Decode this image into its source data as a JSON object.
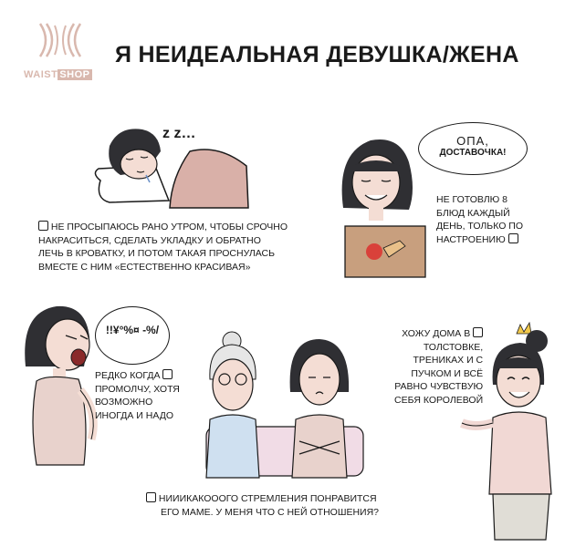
{
  "brand": {
    "name_part1": "WAIST",
    "name_part2": "SHOP"
  },
  "title": "Я НЕИДЕАЛЬНАЯ ДЕВУШКА/ЖЕНА",
  "panels": {
    "sleeping": {
      "zzz": "z z…",
      "lines": [
        "НЕ ПРОСЫПАЮСЬ РАНО УТРОМ, ЧТОБЫ СРОЧНО",
        "НАКРАСИТЬСЯ, СДЕЛАТЬ УКЛАДКУ И ОБРАТНО",
        "ЛЕЧЬ В КРОВАТКУ, И ПОТОМ ТАКАЯ ПРОСНУЛАСЬ",
        "ВМЕСТЕ С НИМ «ЕСТЕСТВЕННО КРАСИВАЯ»"
      ]
    },
    "delivery": {
      "bubble_line1": "ОПА,",
      "bubble_line2": "ДОСТАВОЧКА!",
      "lines": [
        "НЕ ГОТОВЛЮ 8",
        "БЛЮД КАЖДЫЙ",
        "ДЕНЬ, ТОЛЬКО ПО",
        "НАСТРОЕНИЮ"
      ]
    },
    "shouting": {
      "bubble_text": "!!¥°%¤ -%/",
      "lines": [
        "РЕДКО КОГДА",
        "ПРОМОЛЧУ, ХОТЯ",
        "ВОЗМОЖНО",
        "ИНОГДА И НАДО"
      ]
    },
    "mother_in_law": {
      "lines": [
        "НИИИКАКОООГО СТРЕМЛЕНИЯ ПОНРАВИТСЯ",
        "ЕГО МАМЕ. У МЕНЯ ЧТО С НЕЙ ОТНОШЕНИЯ?"
      ]
    },
    "hoodie": {
      "lines": [
        "ХОЖУ ДОМА В",
        "ТОЛСТОВКЕ,",
        "ТРЕНИКАХ И С",
        "ПУЧКОМ И ВСЁ",
        "РАВНО ЧУВСТВУЮ",
        "СЕБЯ КОРОЛЕВОЙ"
      ]
    }
  },
  "colors": {
    "logo": "#d9b8ae",
    "skin": "#f4ddd4",
    "hair": "#2f2f33",
    "blanket": "#d9b0a8",
    "box": "#c89f7e",
    "couch": "#f1dce6",
    "hoodie": "#f1d8d4"
  }
}
